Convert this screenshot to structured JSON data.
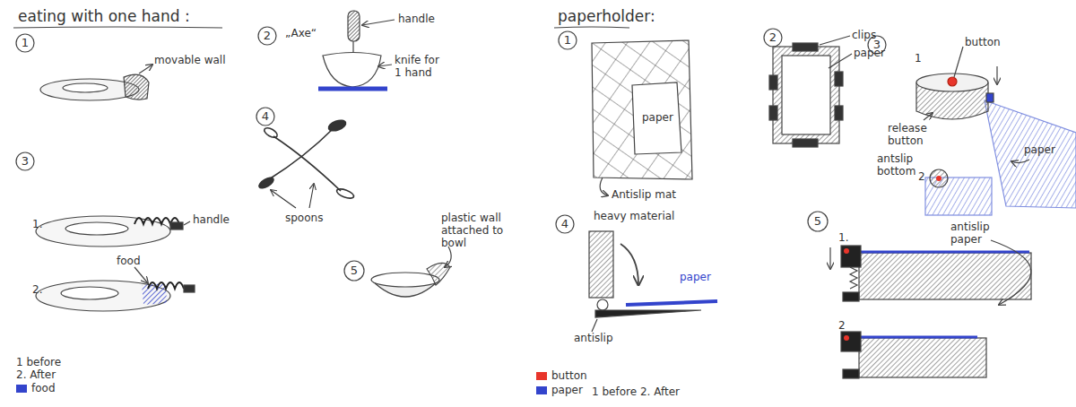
{
  "diagram": {
    "labels": [
      "eating with one hand :",
      "1",
      "movable wall",
      "2",
      "„Axe“",
      "handle",
      "knife for 1 hand",
      "4",
      "spoons",
      "3",
      "1.",
      "handle",
      "2.",
      "food",
      "5",
      "plastic wall attached to bowl",
      "1 before",
      "2. After",
      "paperholder:",
      "1",
      "paper",
      "Antislip mat",
      "2",
      "clips",
      "paper",
      "3",
      "1",
      "button",
      "release button",
      "antslip bottom",
      "2",
      "paper",
      "4",
      "heavy material",
      "paper",
      "antislip",
      "5",
      "1.",
      "antislip paper",
      "2",
      "1 before 2. After"
    ],
    "legend": [
      {
        "text": "food",
        "color": "#3344cc"
      },
      {
        "text": "button",
        "color": "#e8352b"
      },
      {
        "text": "paper",
        "color": "#3344cc"
      }
    ]
  }
}
